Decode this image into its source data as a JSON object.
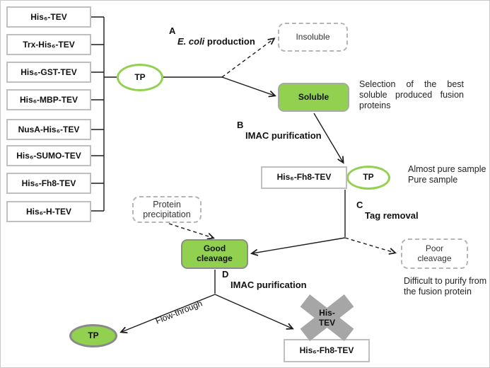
{
  "figure": {
    "fusion_constructs": [
      "His₆-TEV",
      "Trx-His₆-TEV",
      "His₆-GST-TEV",
      "His₆-MBP-TEV",
      "NusA-His₆-TEV",
      "His₆-SUMO-TEV",
      "His₆-Fh8-TEV",
      "His₆-H-TEV"
    ],
    "tp": {
      "top": "TP",
      "middle": "TP",
      "bottom": "TP"
    },
    "steps": {
      "a": {
        "letter": "A",
        "label_italic": "E. coli",
        "label_rest": " production"
      },
      "b": {
        "letter": "B",
        "label": "IMAC purification"
      },
      "c": {
        "letter": "C",
        "label": "Tag removal"
      },
      "d": {
        "letter": "D",
        "label": "IMAC purification"
      }
    },
    "nodes": {
      "insoluble": "Insoluble",
      "soluble": "Soluble",
      "imac_sample": "His₆-Fh8-TEV",
      "protein_precipitation": "Protein\nprecipitation",
      "good_cleavage": "Good\ncleavage",
      "poor_cleavage": "Poor\ncleavage",
      "his_tev_cross": "His-\nTEV",
      "final_sample": "His₆-Fh8-TEV"
    },
    "annotations": {
      "soluble_note": "Selection of the best soluble produced fusion proteins",
      "pure_note": "Almost pure sample\nPure sample",
      "poor_note": "Difficult to purify from\nthe fusion protein",
      "flow_through": "Flow-through"
    },
    "colors": {
      "green_fill": "#92d050",
      "green_stroke": "#92d050",
      "cross_gray": "#a6a6a6",
      "box_border_gray": "#bfbfbf",
      "dashed_border_gray": "#b5b5b5",
      "line_black": "#1c1c1c"
    }
  }
}
